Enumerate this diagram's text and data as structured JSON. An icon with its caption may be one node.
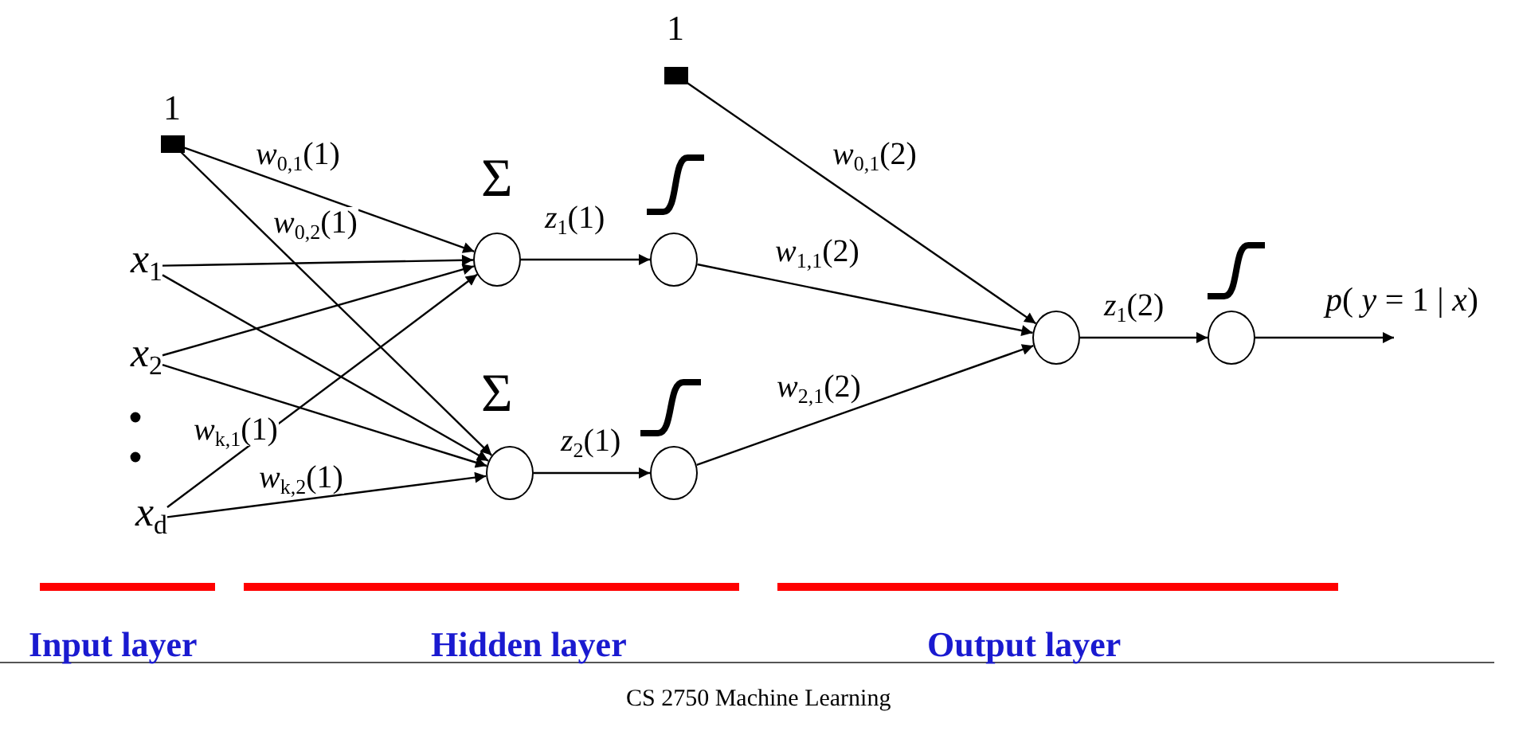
{
  "diagram": {
    "nodes": [
      {
        "text": [
          "1"
        ]
      },
      {
        "text": [
          "*x*$_{1}$"
        ]
      },
      {
        "text": [
          "*x*$_{2}$"
        ]
      },
      {
        "text": [
          "*x*$_{d}$"
        ]
      },
      {
        "text": [
          "Σ"
        ]
      },
      {
        "text": [
          "Σ"
        ]
      },
      {
        "text": [],
        "shape": "circle"
      },
      {
        "text": [],
        "shape": "circle"
      },
      {
        "text": [
          "1"
        ]
      },
      {
        "text": [],
        "shape": "circle"
      },
      {
        "text": [],
        "shape": "circle"
      }
    ],
    "edges": [
      {
        "from": 0,
        "to": 4,
        "arrow": "to",
        "label": "*w*$_{0,1}$(1)"
      },
      {
        "from": 0,
        "to": 5,
        "arrow": "to",
        "label": "*w*$_{0,2}$(1)"
      },
      {
        "from": 1,
        "to": 4,
        "arrow": "to"
      },
      {
        "from": 1,
        "to": 5,
        "arrow": "to"
      },
      {
        "from": 2,
        "to": 4,
        "arrow": "to"
      },
      {
        "from": 2,
        "to": 5,
        "arrow": "to"
      },
      {
        "from": 3,
        "to": 4,
        "arrow": "to",
        "label": "*w*$_{k,1}$(1)"
      },
      {
        "from": 3,
        "to": 5,
        "arrow": "to",
        "label": "*w*$_{k,2}$(1)"
      },
      {
        "from": 4,
        "to": 6,
        "arrow": "to",
        "label": "*z*$_{1}$(1)"
      },
      {
        "from": 5,
        "to": 7,
        "arrow": "to",
        "label": "*z*$_{2}$(1)"
      },
      {
        "from": 8,
        "to": 9,
        "arrow": "to",
        "label": "*w*$_{0,1}$(2)"
      },
      {
        "from": 6,
        "to": 9,
        "arrow": "to",
        "label": "*w*$_{1,1}$(2)"
      },
      {
        "from": 7,
        "to": 9,
        "arrow": "to",
        "label": "*w*$_{2,1}$(2)"
      },
      {
        "from": 9,
        "to": 10,
        "arrow": "to",
        "label": "*z*$_{1}$(2)"
      },
      {
        "from": 10,
        "to": null,
        "arrow": "to",
        "label": "*p*( *y* = 1 | *x*)"
      }
    ],
    "labels": [
      "Input layer",
      "Hidden layer",
      "Output layer",
      "CS 2750 Machine Learning"
    ]
  }
}
